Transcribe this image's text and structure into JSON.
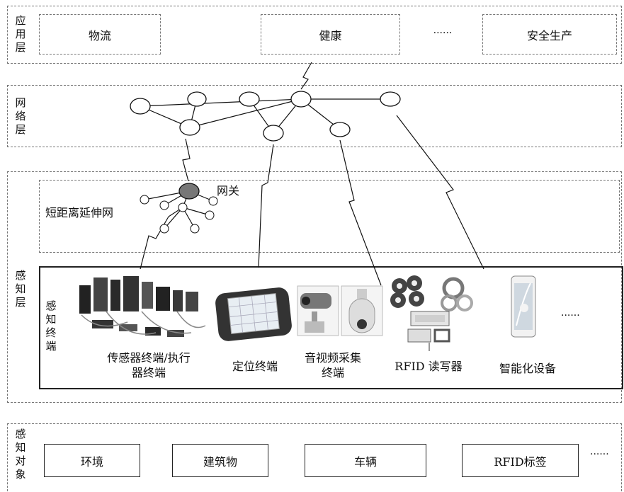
{
  "layers": {
    "application": {
      "label": [
        "应",
        "用",
        "层"
      ],
      "items": [
        "物流",
        "健康",
        "······",
        "安全生产"
      ]
    },
    "network": {
      "label": [
        "网",
        "络",
        "层"
      ]
    },
    "perception": {
      "label": [
        "感",
        "知",
        "层"
      ],
      "short_range_network": "短距离延伸网",
      "gateway": "网关",
      "terminal_label": [
        "感",
        "知",
        "终",
        "端"
      ],
      "terminals": [
        {
          "caption": [
            "传感器终端/执行",
            "器终端"
          ]
        },
        {
          "caption": [
            "定位终端"
          ]
        },
        {
          "caption": [
            "音视频采集",
            "终端"
          ]
        },
        {
          "caption": [
            "RFID 读写器"
          ]
        },
        {
          "caption": [
            "智能化设备"
          ]
        }
      ],
      "more": "······"
    },
    "objects": {
      "label": [
        "感",
        "知",
        "对",
        "象"
      ],
      "items": [
        "环境",
        "建筑物",
        "车辆",
        "RFID标签"
      ],
      "more": "······"
    }
  }
}
